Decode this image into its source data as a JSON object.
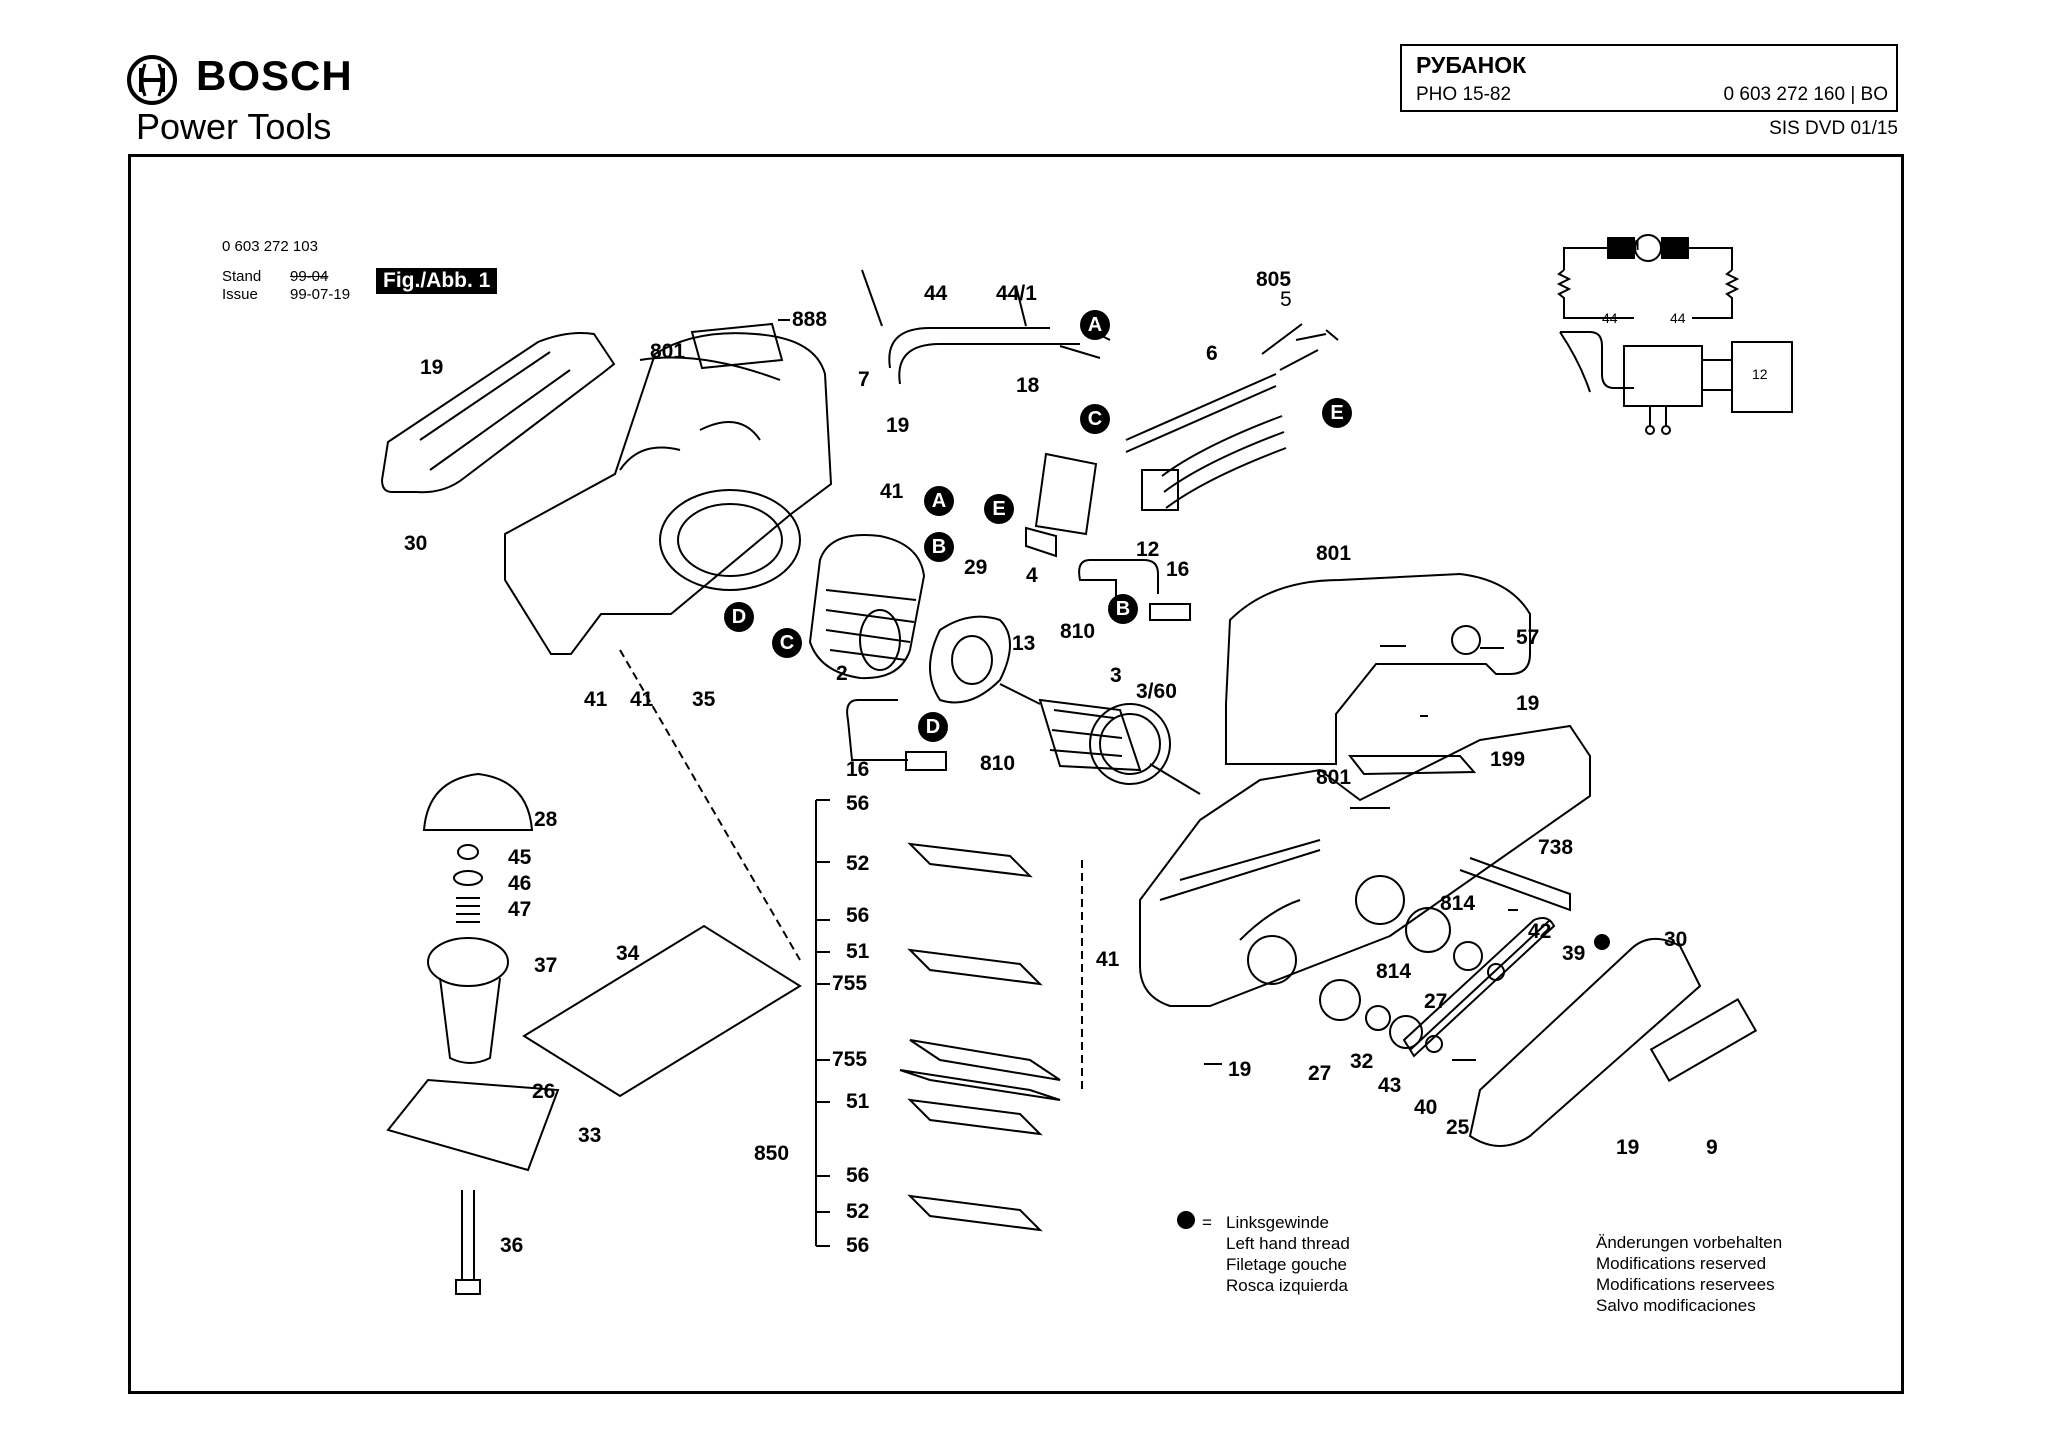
{
  "header": {
    "brand": "BOSCH",
    "subtitle": "Power Tools",
    "title": "РУБАНОК",
    "model": "PHO 15-82",
    "part_number": "0 603 272 160 | BO",
    "dvd": "SIS DVD 01/15"
  },
  "sheet": {
    "drawing_number": "0 603 272 103",
    "stand_label": "Stand",
    "issue_label": "Issue",
    "stand_date": "99-04",
    "issue_date": "99-07-19",
    "fig_label": "Fig./Abb. 1"
  },
  "circuit": {
    "motor": "M",
    "brush_left": "44",
    "brush_right": "44",
    "switch_box": "12"
  },
  "callouts": {
    "c888": "888",
    "c801a": "801",
    "c19a": "19",
    "c30a": "30",
    "c7": "7",
    "c19b": "19",
    "c41a": "41",
    "c41b": "41",
    "c41c": "41",
    "c35": "35",
    "c2": "2",
    "c29": "29",
    "c13": "13",
    "c44": "44",
    "c44_1": "44/1",
    "c18": "18",
    "c4": "4",
    "c805": "805",
    "c5": "5",
    "c6": "6",
    "c12": "12",
    "c16a": "16",
    "c810a": "810",
    "c3": "3",
    "c3_60": "3/60",
    "c16b": "16",
    "c810b": "810",
    "c801b": "801",
    "c57": "57",
    "c19c": "19",
    "c199": "199",
    "c801c": "801",
    "c738": "738",
    "c41d": "41",
    "c814a": "814",
    "c42": "42",
    "c39": "39",
    "c30b": "30",
    "c814b": "814",
    "c27a": "27",
    "c27b": "27",
    "c19d": "19",
    "c32": "32",
    "c43": "43",
    "c40": "40",
    "c25": "25",
    "c19e": "19",
    "c9": "9",
    "c28": "28",
    "c45": "45",
    "c46": "46",
    "c47": "47",
    "c37": "37",
    "c34": "34",
    "c26": "26",
    "c33": "33",
    "c36": "36",
    "c56a": "56",
    "c52a": "52",
    "c56b": "56",
    "c51a": "51",
    "c755a": "755",
    "c755b": "755",
    "c51b": "51",
    "c850": "850",
    "c56c": "56",
    "c52b": "52",
    "c56d": "56"
  },
  "markers": {
    "A1": "A",
    "A2": "A",
    "B1": "B",
    "B2": "B",
    "C1": "C",
    "C2": "C",
    "D1": "D",
    "D2": "D",
    "E1": "E",
    "E2": "E"
  },
  "legend_left": [
    "Linksgewinde",
    "Left hand thread",
    "Filetage gouche",
    "Rosca izquierda"
  ],
  "legend_eq": "=",
  "legend_right": [
    "Änderungen vorbehalten",
    "Modifications reserved",
    "Modifications reservees",
    "Salvo modificaciones"
  ]
}
